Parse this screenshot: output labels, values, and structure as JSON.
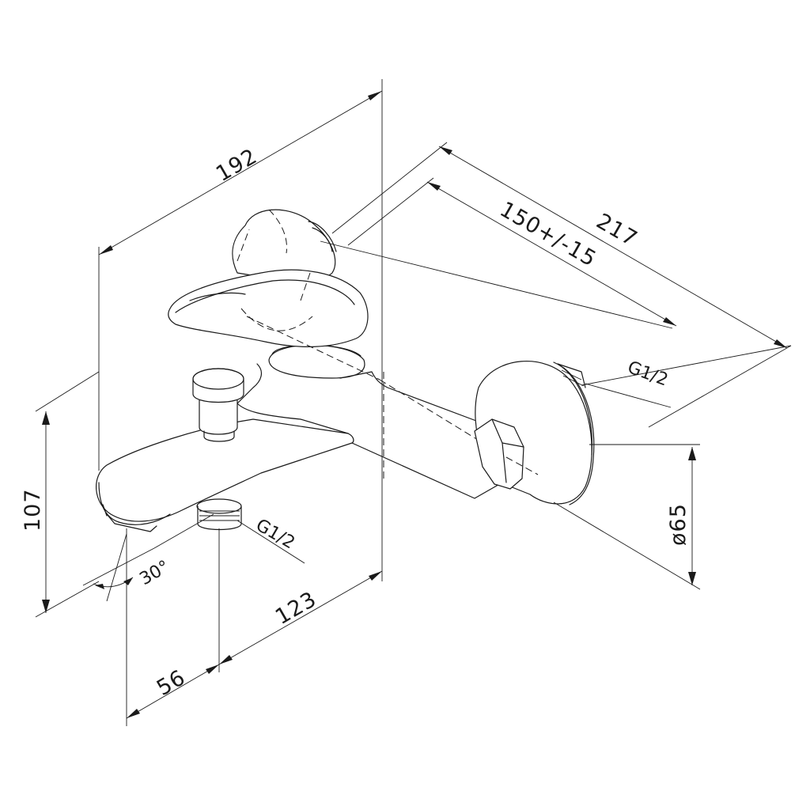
{
  "dimensions": {
    "width_top": "192",
    "length_total": "217",
    "spacing": "150+/-15",
    "height": "107",
    "flange_diameter": "ø65",
    "outlet_offset": "56",
    "outlet_to_wall": "123",
    "spout_angle": "30°"
  },
  "threads": {
    "inlet": "G1/2",
    "outlet": "G1/2"
  }
}
